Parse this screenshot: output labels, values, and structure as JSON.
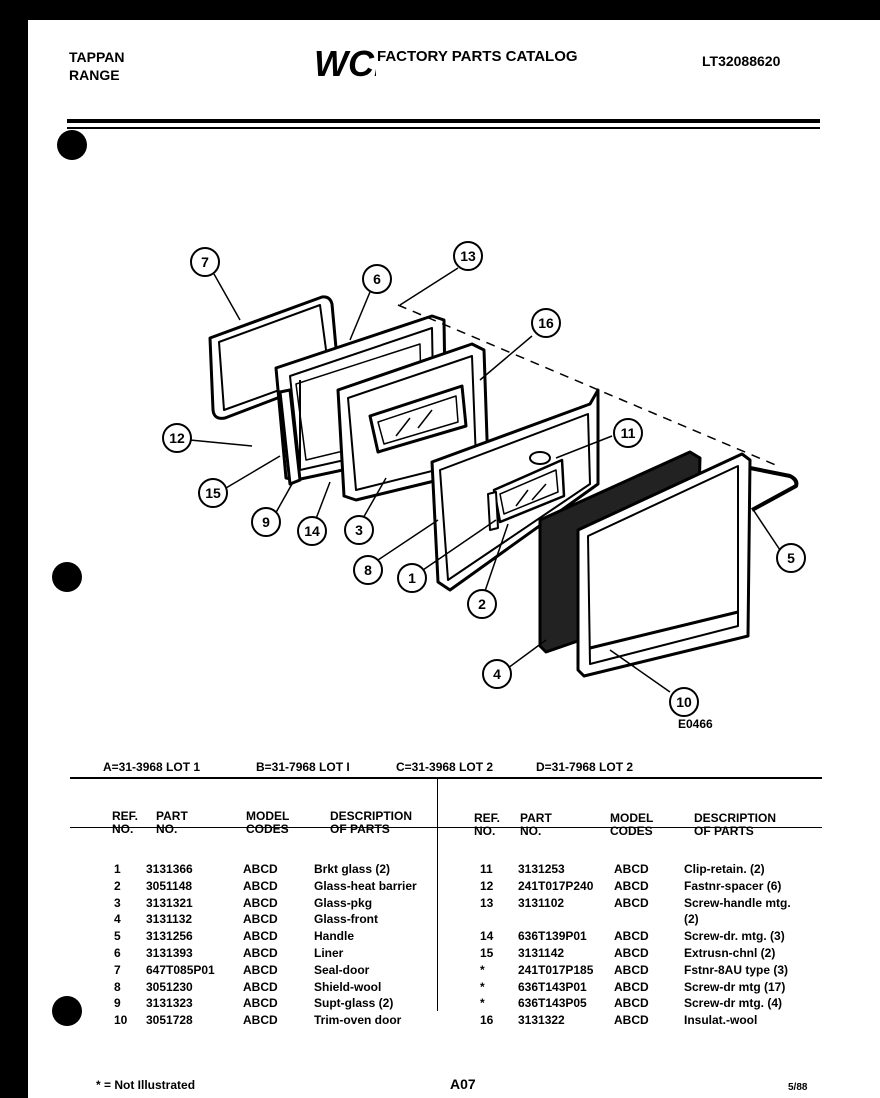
{
  "header": {
    "brand_line1": "TAPPAN",
    "brand_line2": "RANGE",
    "logo_text": "WCI",
    "catalog_title": "FACTORY PARTS CATALOG",
    "document_id": "LT32088620"
  },
  "diagram": {
    "figure_code": "E0466",
    "callouts": [
      "1",
      "2",
      "3",
      "4",
      "5",
      "6",
      "7",
      "8",
      "9",
      "10",
      "11",
      "12",
      "13",
      "14",
      "15",
      "16"
    ]
  },
  "lots": {
    "a": "A=31-3968 LOT 1",
    "b": "B=31-7968 LOT I",
    "c": "C=31-3968 LOT 2",
    "d": "D=31-7968 LOT 2"
  },
  "table": {
    "headers": {
      "ref_1": "REF.",
      "ref_2": "NO.",
      "part_1": "PART",
      "part_2": "NO.",
      "model_1": "MODEL",
      "model_2": "CODES",
      "desc_1": "DESCRIPTION",
      "desc_2": "OF PARTS"
    },
    "left_rows": [
      {
        "ref": "1",
        "part": "3131366",
        "codes": "ABCD",
        "desc": "Brkt glass (2)"
      },
      {
        "ref": "2",
        "part": "3051148",
        "codes": "ABCD",
        "desc": "Glass-heat barrier"
      },
      {
        "ref": "3",
        "part": "3131321",
        "codes": "ABCD",
        "desc": "Glass-pkg"
      },
      {
        "ref": "4",
        "part": "3131132",
        "codes": "ABCD",
        "desc": "Glass-front"
      },
      {
        "ref": "5",
        "part": "3131256",
        "codes": "ABCD",
        "desc": "Handle"
      },
      {
        "ref": "6",
        "part": "3131393",
        "codes": "ABCD",
        "desc": "Liner"
      },
      {
        "ref": "7",
        "part": "647T085P01",
        "codes": "ABCD",
        "desc": "Seal-door"
      },
      {
        "ref": "8",
        "part": "3051230",
        "codes": "ABCD",
        "desc": "Shield-wool"
      },
      {
        "ref": "9",
        "part": "3131323",
        "codes": "ABCD",
        "desc": "Supt-glass (2)"
      },
      {
        "ref": "10",
        "part": "3051728",
        "codes": "ABCD",
        "desc": "Trim-oven door"
      }
    ],
    "right_rows": [
      {
        "ref": "11",
        "part": "3131253",
        "codes": "ABCD",
        "desc": "Clip-retain. (2)"
      },
      {
        "ref": "12",
        "part": "241T017P240",
        "codes": "ABCD",
        "desc": "Fastnr-spacer (6)"
      },
      {
        "ref": "13",
        "part": "3131102",
        "codes": "ABCD",
        "desc": "Screw-handle mtg."
      },
      {
        "ref": "",
        "part": "",
        "codes": "",
        "desc": "(2)"
      },
      {
        "ref": "14",
        "part": "636T139P01",
        "codes": "ABCD",
        "desc": "Screw-dr. mtg. (3)"
      },
      {
        "ref": "15",
        "part": "3131142",
        "codes": "ABCD",
        "desc": "Extrusn-chnl (2)"
      },
      {
        "ref": "*",
        "part": "241T017P185",
        "codes": "ABCD",
        "desc": "Fstnr-8AU type (3)"
      },
      {
        "ref": "*",
        "part": "636T143P01",
        "codes": "ABCD",
        "desc": "Screw-dr mtg (17)"
      },
      {
        "ref": "*",
        "part": "636T143P05",
        "codes": "ABCD",
        "desc": "Screw-dr mtg. (4)"
      },
      {
        "ref": "16",
        "part": "3131322",
        "codes": "ABCD",
        "desc": "Insulat.-wool"
      }
    ]
  },
  "footer": {
    "note": "* = Not Illustrated",
    "page": "A07",
    "date": "5/88"
  }
}
